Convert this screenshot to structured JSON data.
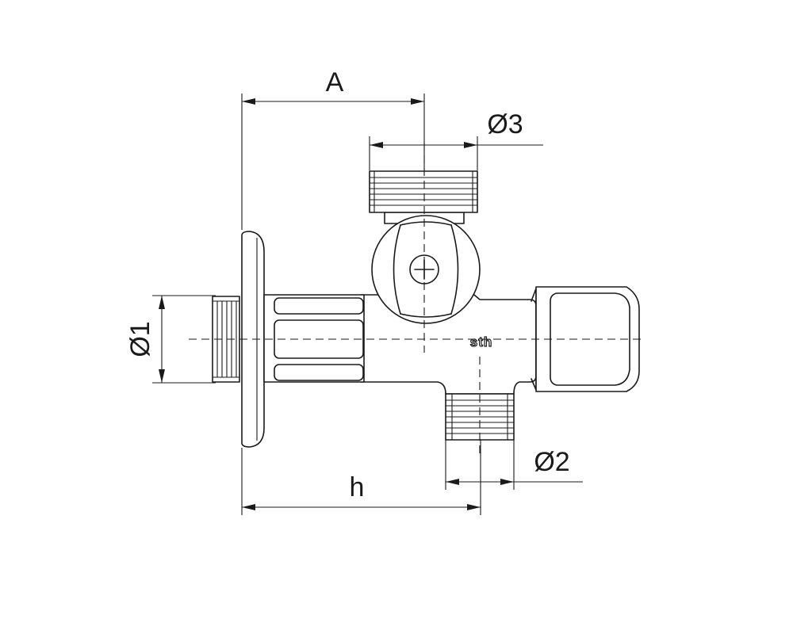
{
  "dimensions": {
    "a_label": "A",
    "d1_label": "Ø1",
    "d2_label": "Ø2",
    "d3_label": "Ø3",
    "h_label": "h"
  },
  "valve": {
    "logo_text": "sth"
  }
}
